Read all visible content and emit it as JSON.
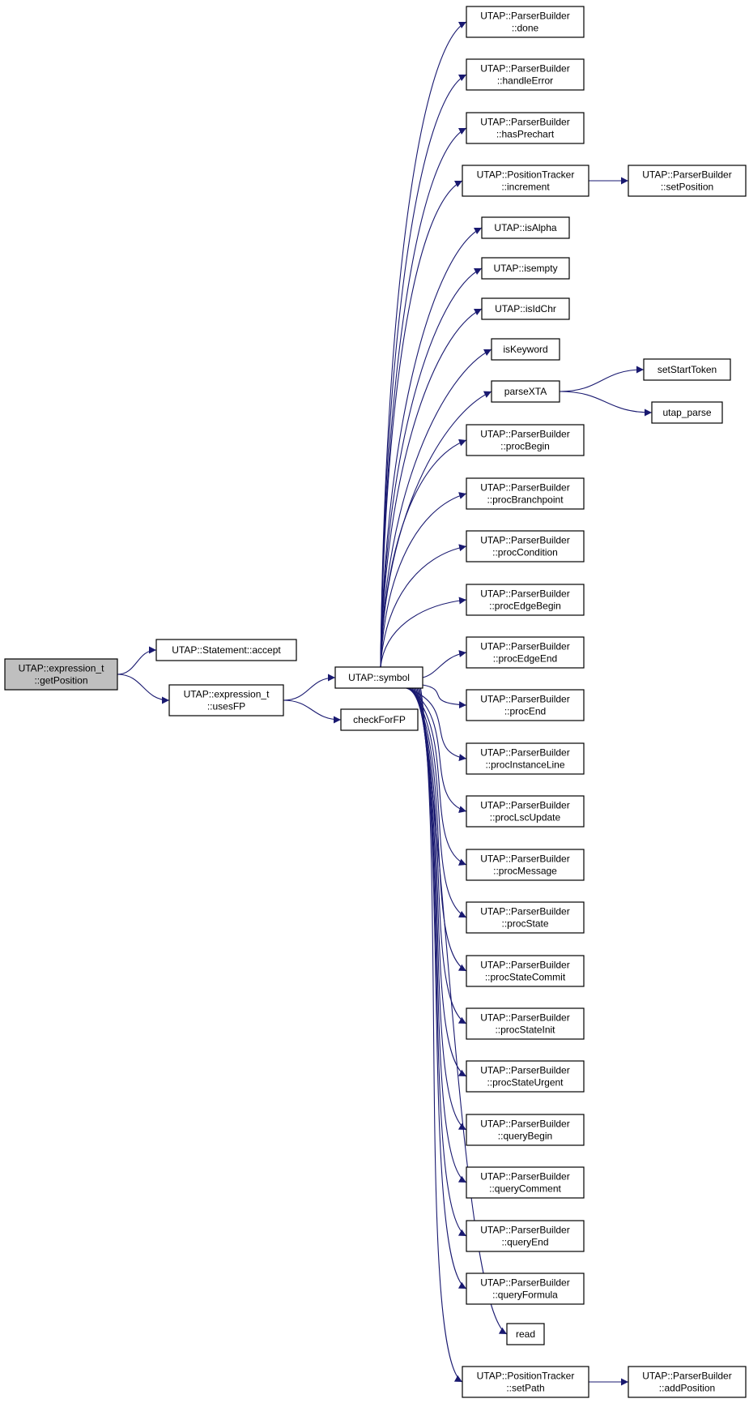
{
  "diagram": {
    "type": "call-graph",
    "colors": {
      "edge": "#191970",
      "node_fill": "#ffffff",
      "root_fill": "#bfbfbf",
      "node_border": "#000000"
    },
    "nodes": [
      {
        "id": "getPosition",
        "lines": [
          "UTAP::expression_t",
          "::getPosition"
        ],
        "root": true
      },
      {
        "id": "accept",
        "lines": [
          "UTAP::Statement::accept"
        ]
      },
      {
        "id": "usesFP",
        "lines": [
          "UTAP::expression_t",
          "::usesFP"
        ]
      },
      {
        "id": "symbol",
        "lines": [
          "UTAP::symbol"
        ]
      },
      {
        "id": "checkForFP",
        "lines": [
          "checkForFP"
        ]
      },
      {
        "id": "done",
        "lines": [
          "UTAP::ParserBuilder",
          "::done"
        ]
      },
      {
        "id": "handleError",
        "lines": [
          "UTAP::ParserBuilder",
          "::handleError"
        ]
      },
      {
        "id": "hasPrechart",
        "lines": [
          "UTAP::ParserBuilder",
          "::hasPrechart"
        ]
      },
      {
        "id": "increment",
        "lines": [
          "UTAP::PositionTracker",
          "::increment"
        ]
      },
      {
        "id": "setPosition",
        "lines": [
          "UTAP::ParserBuilder",
          "::setPosition"
        ]
      },
      {
        "id": "isAlpha",
        "lines": [
          "UTAP::isAlpha"
        ]
      },
      {
        "id": "isempty",
        "lines": [
          "UTAP::isempty"
        ]
      },
      {
        "id": "isIdChr",
        "lines": [
          "UTAP::isIdChr"
        ]
      },
      {
        "id": "isKeyword",
        "lines": [
          "isKeyword"
        ]
      },
      {
        "id": "parseXTA",
        "lines": [
          "parseXTA"
        ]
      },
      {
        "id": "setStartToken",
        "lines": [
          "setStartToken"
        ]
      },
      {
        "id": "utap_parse",
        "lines": [
          "utap_parse"
        ]
      },
      {
        "id": "procBegin",
        "lines": [
          "UTAP::ParserBuilder",
          "::procBegin"
        ]
      },
      {
        "id": "procBranchpoint",
        "lines": [
          "UTAP::ParserBuilder",
          "::procBranchpoint"
        ]
      },
      {
        "id": "procCondition",
        "lines": [
          "UTAP::ParserBuilder",
          "::procCondition"
        ]
      },
      {
        "id": "procEdgeBegin",
        "lines": [
          "UTAP::ParserBuilder",
          "::procEdgeBegin"
        ]
      },
      {
        "id": "procEdgeEnd",
        "lines": [
          "UTAP::ParserBuilder",
          "::procEdgeEnd"
        ]
      },
      {
        "id": "procEnd",
        "lines": [
          "UTAP::ParserBuilder",
          "::procEnd"
        ]
      },
      {
        "id": "procInstanceLine",
        "lines": [
          "UTAP::ParserBuilder",
          "::procInstanceLine"
        ]
      },
      {
        "id": "procLscUpdate",
        "lines": [
          "UTAP::ParserBuilder",
          "::procLscUpdate"
        ]
      },
      {
        "id": "procMessage",
        "lines": [
          "UTAP::ParserBuilder",
          "::procMessage"
        ]
      },
      {
        "id": "procState",
        "lines": [
          "UTAP::ParserBuilder",
          "::procState"
        ]
      },
      {
        "id": "procStateCommit",
        "lines": [
          "UTAP::ParserBuilder",
          "::procStateCommit"
        ]
      },
      {
        "id": "procStateInit",
        "lines": [
          "UTAP::ParserBuilder",
          "::procStateInit"
        ]
      },
      {
        "id": "procStateUrgent",
        "lines": [
          "UTAP::ParserBuilder",
          "::procStateUrgent"
        ]
      },
      {
        "id": "queryBegin",
        "lines": [
          "UTAP::ParserBuilder",
          "::queryBegin"
        ]
      },
      {
        "id": "queryComment",
        "lines": [
          "UTAP::ParserBuilder",
          "::queryComment"
        ]
      },
      {
        "id": "queryEnd",
        "lines": [
          "UTAP::ParserBuilder",
          "::queryEnd"
        ]
      },
      {
        "id": "queryFormula",
        "lines": [
          "UTAP::ParserBuilder",
          "::queryFormula"
        ]
      },
      {
        "id": "read",
        "lines": [
          "read"
        ]
      },
      {
        "id": "setPath",
        "lines": [
          "UTAP::PositionTracker",
          "::setPath"
        ]
      },
      {
        "id": "addPosition",
        "lines": [
          "UTAP::ParserBuilder",
          "::addPosition"
        ]
      }
    ],
    "edges": [
      [
        "getPosition",
        "accept"
      ],
      [
        "getPosition",
        "usesFP"
      ],
      [
        "usesFP",
        "symbol"
      ],
      [
        "usesFP",
        "checkForFP"
      ],
      [
        "symbol",
        "done"
      ],
      [
        "symbol",
        "handleError"
      ],
      [
        "symbol",
        "hasPrechart"
      ],
      [
        "symbol",
        "increment"
      ],
      [
        "increment",
        "setPosition"
      ],
      [
        "symbol",
        "isAlpha"
      ],
      [
        "symbol",
        "isempty"
      ],
      [
        "symbol",
        "isIdChr"
      ],
      [
        "symbol",
        "isKeyword"
      ],
      [
        "symbol",
        "parseXTA"
      ],
      [
        "parseXTA",
        "setStartToken"
      ],
      [
        "parseXTA",
        "utap_parse"
      ],
      [
        "symbol",
        "procBegin"
      ],
      [
        "symbol",
        "procBranchpoint"
      ],
      [
        "symbol",
        "procCondition"
      ],
      [
        "symbol",
        "procEdgeBegin"
      ],
      [
        "symbol",
        "procEdgeEnd"
      ],
      [
        "symbol",
        "procEnd"
      ],
      [
        "symbol",
        "procInstanceLine"
      ],
      [
        "symbol",
        "procLscUpdate"
      ],
      [
        "symbol",
        "procMessage"
      ],
      [
        "symbol",
        "procState"
      ],
      [
        "symbol",
        "procStateCommit"
      ],
      [
        "symbol",
        "procStateInit"
      ],
      [
        "symbol",
        "procStateUrgent"
      ],
      [
        "symbol",
        "queryBegin"
      ],
      [
        "symbol",
        "queryComment"
      ],
      [
        "symbol",
        "queryEnd"
      ],
      [
        "symbol",
        "queryFormula"
      ],
      [
        "symbol",
        "read"
      ],
      [
        "symbol",
        "setPath"
      ],
      [
        "setPath",
        "addPosition"
      ]
    ]
  }
}
